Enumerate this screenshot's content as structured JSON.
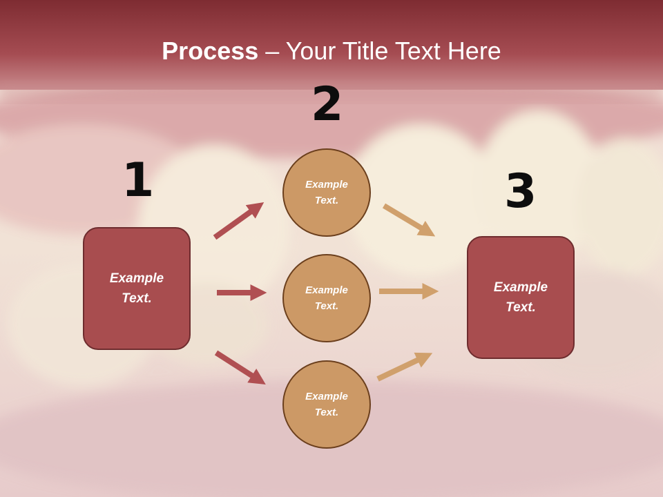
{
  "title": {
    "bold": "Process",
    "rest": " – Your Title Text Here"
  },
  "steps": [
    {
      "number": "1",
      "label": "Example Text."
    },
    {
      "number": "2",
      "labels": [
        "Example Text.",
        "Example Text.",
        "Example Text."
      ]
    },
    {
      "number": "3",
      "label": "Example Text."
    }
  ],
  "colors": {
    "box_fill": "#a84d4f",
    "circle_fill": "#cc9966",
    "red_arrow": "#b04f52",
    "tan_arrow": "#d0a06c",
    "title_band": "#9e3e43"
  },
  "background": {
    "description_icon": "teeth-photo"
  }
}
